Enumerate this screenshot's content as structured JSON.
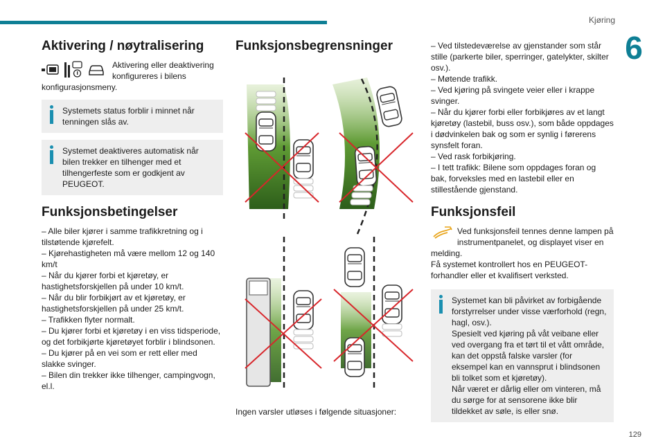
{
  "header": {
    "section": "Kjøring",
    "chapter": "6",
    "page": "129"
  },
  "col1": {
    "title": "Aktivering / nøytralisering",
    "intro": "Aktivering eller deaktivering konfigureres i bilens konfigurasjonsmeny.",
    "info1": "Systemets status forblir i minnet når tenningen slås av.",
    "info2": "Systemet deaktiveres automatisk når bilen trekker en tilhenger med et tilhengerfeste som er godkjent av PEUGEOT.",
    "conditions_title": "Funksjonsbetingelser",
    "conditions": [
      "– Alle biler kjører i samme trafikkretning og i tilstøtende kjørefelt.",
      "– Kjørehastigheten må være mellom 12 og 140 km/t",
      "– Når du kjører forbi et kjøretøy, er hastighetsforskjellen på under 10 km/t.",
      "– Når du blir forbikjørt av et kjøretøy, er hastighetsforskjellen på under 25 km/t.",
      "– Trafikken flyter normalt.",
      "– Du kjører forbi et kjøretøy i en viss tidsperiode, og det forbikjørte kjøretøyet forblir i blindsonen.",
      "– Du kjører på en vei som er rett eller med slakke svinger.",
      "– Bilen din trekker ikke tilhenger, campingvogn, el.l."
    ]
  },
  "col2": {
    "title": "Funksjonsbegrensninger",
    "caption": "Ingen varsler utløses i følgende situasjoner:"
  },
  "col3": {
    "limits": [
      "– Ved tilstedeværelse av gjenstander som står stille (parkerte biler, sperringer, gatelykter, skilter osv.).",
      "– Møtende trafikk.",
      "– Ved kjøring på svingete veier eller i krappe svinger.",
      "– Når du kjører forbi eller forbikjøres av et langt kjøretøy (lastebil, buss osv.), som både oppdages i dødvinkelen bak og som er synlig i førerens synsfelt foran.",
      "– Ved rask forbikjøring.",
      "– I tett trafikk: Bilene som oppdages foran og bak, forveksles med en lastebil eller en stillestående gjenstand."
    ],
    "fault_title": "Funksjonsfeil",
    "fault_text": "Ved funksjonsfeil tennes denne lampen på instrumentpanelet, og displayet viser en melding.",
    "fault_text2": "Få systemet kontrollert hos en PEUGEOT-forhandler eller et kvalifisert verksted.",
    "info": [
      "Systemet kan bli påvirket av forbigående forstyrrelser under visse værforhold (regn, hagl, osv.).",
      "Spesielt ved kjøring på våt veibane eller ved overgang fra et tørt til et vått område, kan det oppstå falske varsler (for eksempel kan en vannsprut i blindsonen bli tolket som et kjøretøy).",
      "Når været er dårlig eller om vinteren, må du sørge for at sensorene ikke blir tildekket av søle, is eller snø."
    ]
  },
  "colors": {
    "accent": "#0e7f95",
    "info": "#1a8fb0",
    "zone": "#4f8a2a",
    "cross": "#d8262b",
    "lamp": "#e8a317"
  }
}
